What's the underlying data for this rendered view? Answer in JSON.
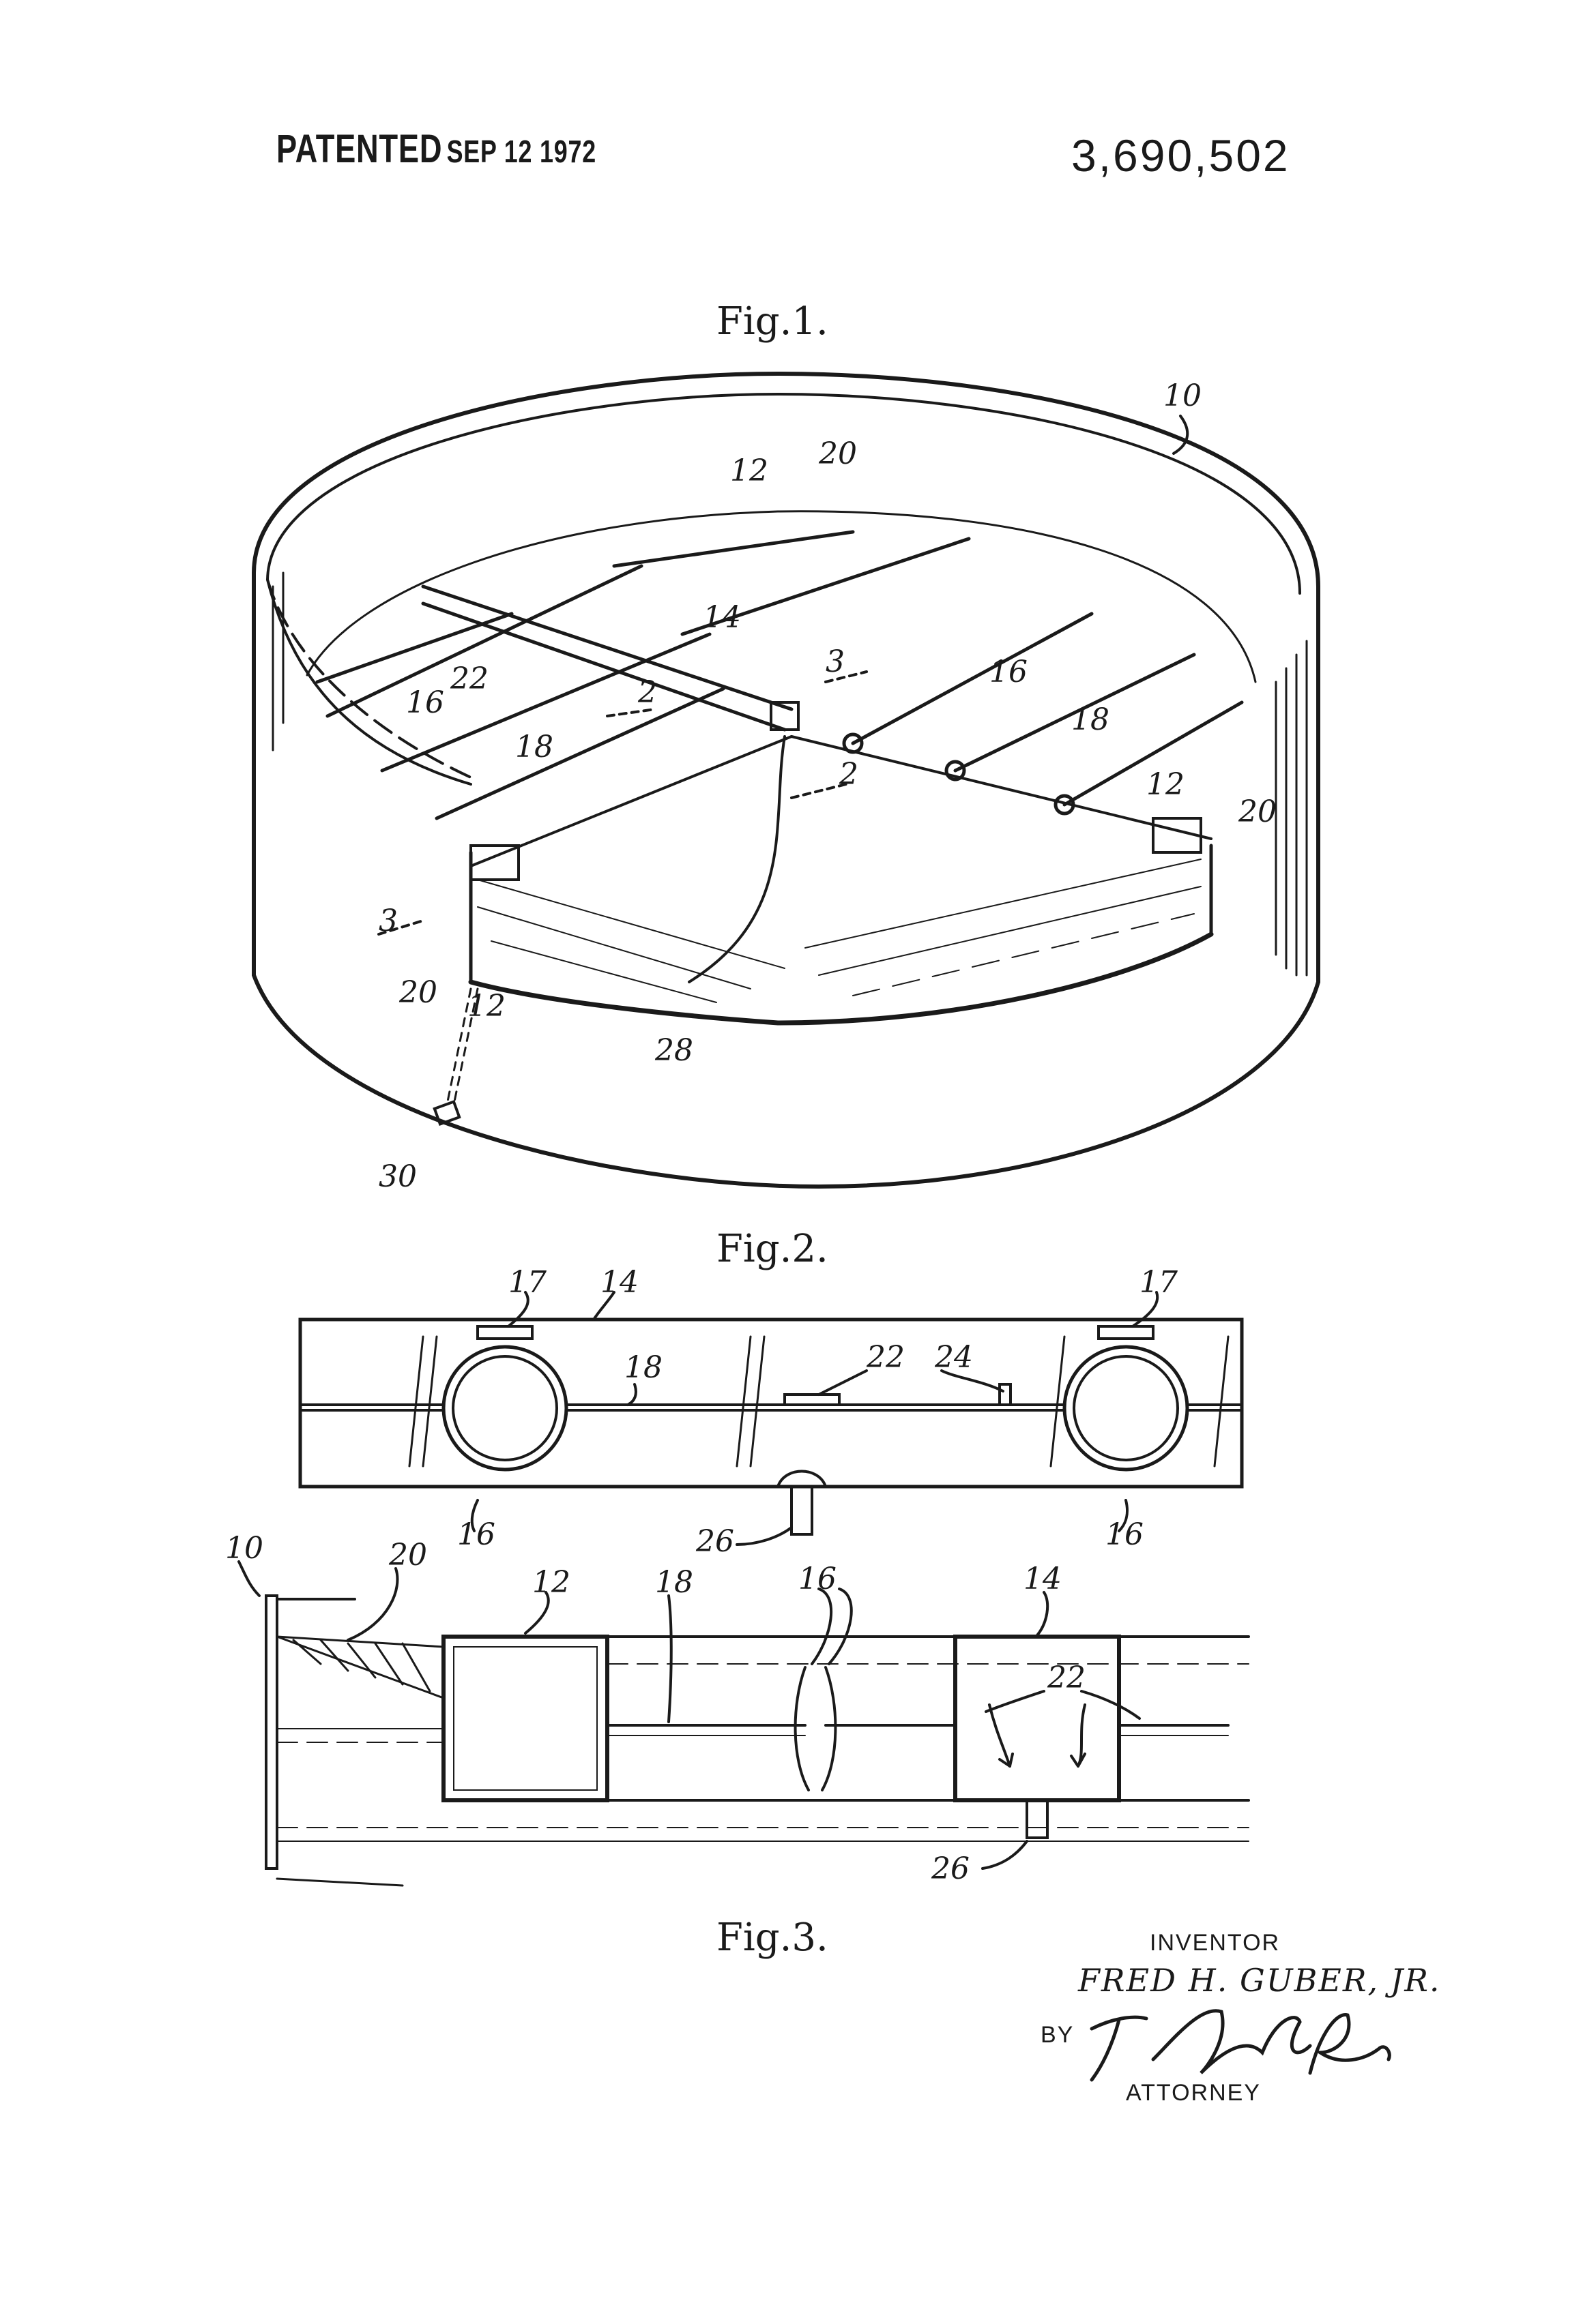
{
  "header": {
    "patented_label": "PATENTED",
    "patented_date": "SEP 12 1972",
    "patent_number": "3,690,502"
  },
  "figures": {
    "fig1_title": "Fig.1.",
    "fig2_title": "Fig.2.",
    "fig3_title": "Fig.3."
  },
  "fig1_labels": {
    "ref10": "10",
    "ref12a": "12",
    "ref20a": "20",
    "ref14": "14",
    "ref22": "22",
    "ref16a": "16",
    "ref18a": "18",
    "sec2a": "2",
    "sec3a": "3",
    "ref16b": "16",
    "ref18b": "18",
    "sec2b": "2",
    "ref12b": "12",
    "ref20b": "20",
    "sec3b": "3",
    "ref20c": "20",
    "ref12c": "12",
    "ref28": "28",
    "ref30": "30"
  },
  "fig2_labels": {
    "ref17a": "17",
    "ref14": "14",
    "ref17b": "17",
    "ref22": "22",
    "ref24": "24",
    "ref18": "18",
    "ref16a": "16",
    "ref16b": "16",
    "ref26": "26"
  },
  "fig3_labels": {
    "ref10": "10",
    "ref20": "20",
    "ref12": "12",
    "ref18": "18",
    "ref16": "16",
    "ref14": "14",
    "ref22": "22",
    "ref26": "26"
  },
  "signature": {
    "inventor_label": "INVENTOR",
    "inventor_name": "FRED H. GUBER, JR.",
    "by_label": "BY",
    "attorney_label": "ATTORNEY"
  }
}
